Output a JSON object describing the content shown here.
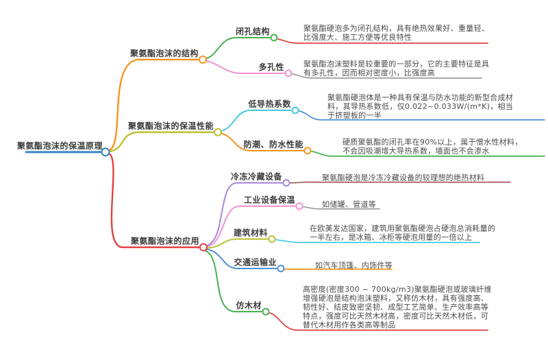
{
  "mindmap": {
    "root": {
      "label": "聚氨酯泡沫的保温原理"
    },
    "branches": [
      {
        "label": "聚氨酯泡沫的结构",
        "children": [
          {
            "label": "闭孔结构",
            "note": "聚氨酯硬泡多为闭孔结构，具有绝热效果好、重量轻、比强度大、施工方便等优良特性"
          },
          {
            "label": "多孔性",
            "note": "聚氨酯泡沫塑料是较重要的一部分，它的主要特征是具有多孔性，因而相对密度小，比强度高"
          }
        ]
      },
      {
        "label": "聚氨酯泡沫的保温性能",
        "children": [
          {
            "label": "低导热系数",
            "note": "聚氨酯硬泡体是一种具有保温与防水功能的新型合成材料，其导热系数低，仅0.022~0.033W/(m*K)，相当于挤塑板的一半"
          },
          {
            "label": "防潮、防水性能",
            "note": "硬质聚氨酯的闭孔率在90%以上，属于憎水性材料，不会因吸潮增大导热系数，墙面也不会渗水"
          }
        ]
      },
      {
        "label": "聚氨酯泡沫的应用",
        "children": [
          {
            "label": "冷冻冷藏设备",
            "note": "聚氨酯硬泡是冷冻冷藏设备的较理想的绝热材料"
          },
          {
            "label": "工业设备保温",
            "note": "如储罐、管道等"
          },
          {
            "label": "建筑材料",
            "note": "在欧美发达国家，建筑用聚氨酯硬泡占硬泡总消耗量的一半左右，是冰箱、冰柜等硬泡用量的一倍以上"
          },
          {
            "label": "交通运输业",
            "note": "如汽车顶篷、内饰件等"
          },
          {
            "label": "仿木材",
            "note": "高密度(密度300 ~ 700kg/m3)聚氨酯硬泡或玻璃纤维增强硬泡是结构泡沫塑料，又称仿木材，具有强度高、韧性好、结皮致密坚韧、成型工艺简单、生产效率高等特点，强度可比天然木材高，密度可比天然木材低，可替代木材用作各类高等制品"
          }
        ]
      }
    ]
  },
  "colors": {
    "root_blue": "#3585c5",
    "orange": "#f7941e",
    "olive": "#b9c231",
    "red": "#e24040",
    "green": "#46b14c",
    "pink": "#f092d2",
    "cyan": "#43c9e3",
    "blue": "#4a90d8",
    "purple": "#a88ad8",
    "maroon": "#a6625e",
    "gray": "#9e9e9e"
  }
}
